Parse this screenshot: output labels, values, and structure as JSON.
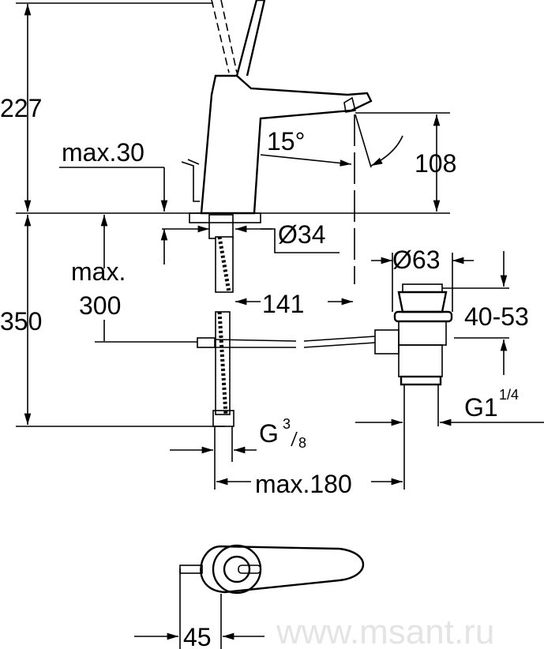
{
  "drawing": {
    "dimensions": {
      "height_total": "227",
      "handle_clearance": "max.30",
      "angle": "15°",
      "spout_height": "108",
      "hole_diameter": "Ø34",
      "deck_thickness_label1": "max.",
      "deck_thickness_label2": "300",
      "below_deck": "350",
      "spout_reach": "141",
      "waste_diameter": "Ø63",
      "waste_range": "40-53",
      "waste_thread": "G1",
      "waste_thread_frac": "1/4",
      "supply_thread": "G",
      "supply_thread_num": "3",
      "supply_thread_den": "8",
      "max_offset": "max.180",
      "plan_offset": "45"
    },
    "watermark": "www.msant.ru"
  }
}
